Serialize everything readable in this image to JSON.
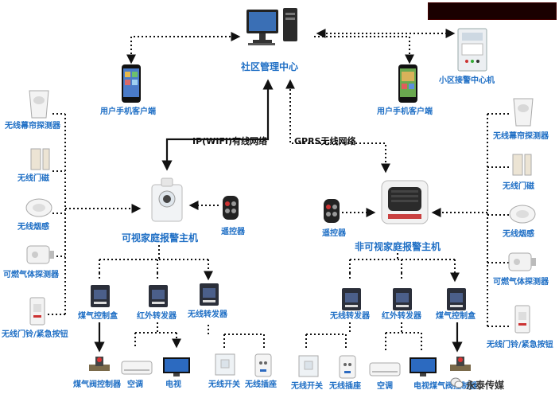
{
  "center": {
    "title": "社区管理中心"
  },
  "led": {
    "text": ""
  },
  "network": {
    "ip_label": "IP(WIFI)有线网络",
    "gprs_label": "GPRS无线网络"
  },
  "clients": {
    "left_label": "用户手机客户端",
    "right_label": "用户手机客户端"
  },
  "alarm_center": {
    "label": "小区接警中心机"
  },
  "host_left": {
    "label": "可视家庭报警主机",
    "remote_label": "遥控器"
  },
  "host_right": {
    "label": "非可视家庭报警主机",
    "remote_label": "遥控器"
  },
  "sensors_left": [
    {
      "label": "无线幕帘探测器"
    },
    {
      "label": "无线门磁"
    },
    {
      "label": "无线烟感"
    },
    {
      "label": "可燃气体探测器"
    },
    {
      "label": "无线门铃/紧急按钮"
    }
  ],
  "sensors_right": [
    {
      "label": "无线幕帘探测器"
    },
    {
      "label": "无线门磁"
    },
    {
      "label": "无线烟感"
    },
    {
      "label": "可燃气体探测器"
    },
    {
      "label": "无线门铃/紧急按钮"
    }
  ],
  "modules_left": [
    {
      "label": "煤气控制盒"
    },
    {
      "label": "红外转发器"
    },
    {
      "label": "无线转发器"
    }
  ],
  "modules_right": [
    {
      "label": "无线转发器"
    },
    {
      "label": "红外转发器"
    },
    {
      "label": "煤气控制盒"
    }
  ],
  "appliances_left": [
    {
      "label": "煤气阀控制器"
    },
    {
      "label": "空调"
    },
    {
      "label": "电视"
    },
    {
      "label": "无线开关"
    },
    {
      "label": "无线插座"
    }
  ],
  "appliances_right": [
    {
      "label": "无线开关"
    },
    {
      "label": "无线插座"
    },
    {
      "label": "空调"
    },
    {
      "label": "电视"
    },
    {
      "label": "煤气阀控制器"
    }
  ],
  "watermark": {
    "text": "永泰传媒"
  }
}
